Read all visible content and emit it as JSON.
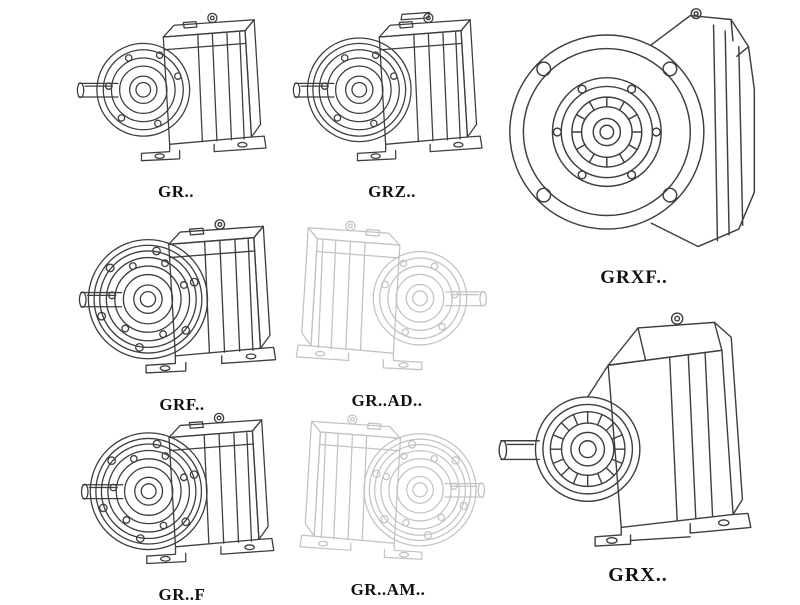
{
  "page": {
    "background": "#ffffff"
  },
  "colors": {
    "line": "#3e3e3e",
    "ghost_line": "#c3c3c3",
    "label": "#111111"
  },
  "items": [
    {
      "id": "gr",
      "label": "GR..",
      "drawing": "helical-gearbox-foot-mounted",
      "drawing_style": "solid"
    },
    {
      "id": "grz",
      "label": "GRZ..",
      "drawing": "helical-gearbox-foot-mounted-variant",
      "drawing_style": "solid"
    },
    {
      "id": "grxf",
      "label": "GRXF..",
      "drawing": "helical-gearbox-flange-front-view",
      "drawing_style": "solid"
    },
    {
      "id": "grf",
      "label": "GRF..",
      "drawing": "helical-gearbox-with-flange",
      "drawing_style": "solid"
    },
    {
      "id": "gr-ad",
      "label": "GR..AD..",
      "drawing": "helical-gearbox-input-adapter",
      "drawing_style": "ghost"
    },
    {
      "id": "gr-f",
      "label": "GR..F",
      "drawing": "helical-gearbox-with-flange",
      "drawing_style": "solid"
    },
    {
      "id": "gr-am",
      "label": "GR..AM..",
      "drawing": "helical-gearbox-motor-adapter-flange",
      "drawing_style": "ghost"
    },
    {
      "id": "grx",
      "label": "GRX..",
      "drawing": "helical-gearbox-large-foot-mounted",
      "drawing_style": "solid"
    }
  ]
}
